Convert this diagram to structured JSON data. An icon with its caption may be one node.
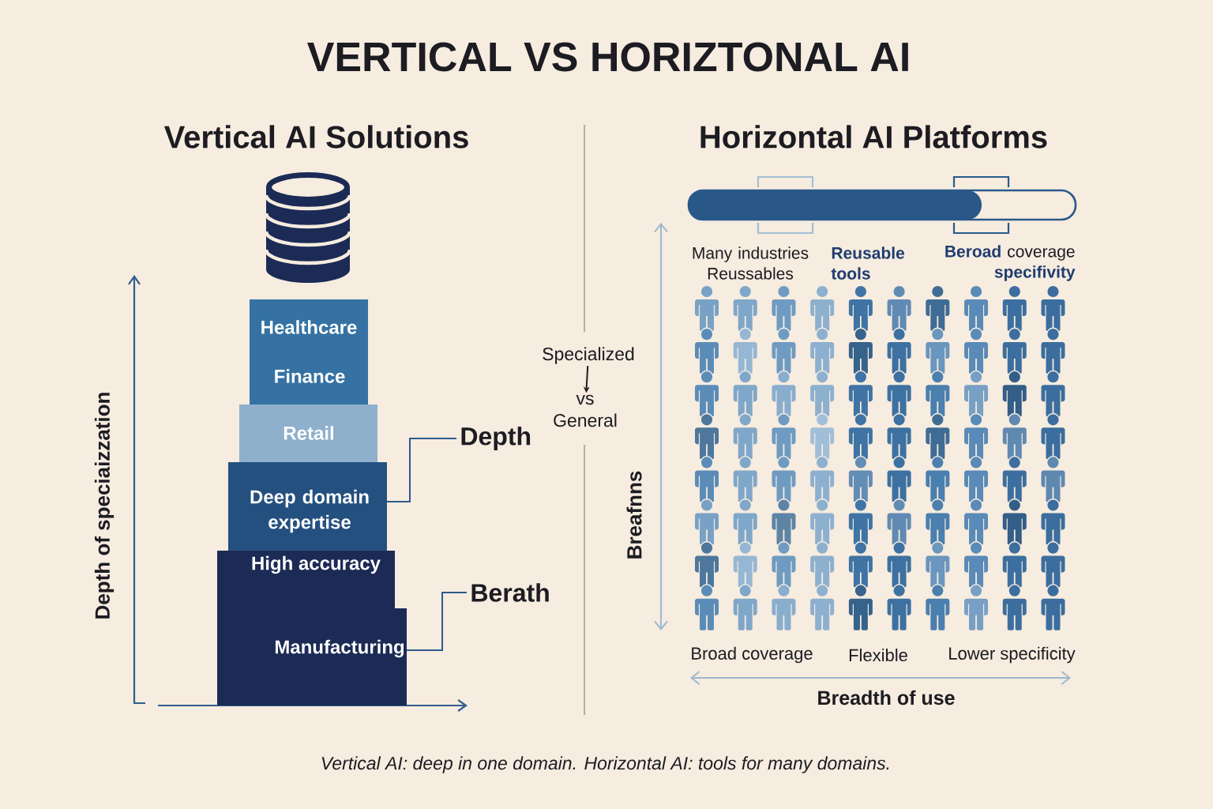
{
  "diagram": {
    "title": "VERTICAL VS HORIZTONAL AI",
    "caption": "Vertical AI: deep in one domain. Horizontal AI: tools for many domains.",
    "nodes": [
      {
        "text": [
          "Healthcare",
          "Finance"
        ]
      },
      {
        "text": [
          "Retail"
        ]
      },
      {
        "text": [
          "Deep domain expertise"
        ]
      },
      {
        "text": [
          "High accuracy",
          "Manufacturing"
        ]
      },
      {
        "text": [
          "Depth"
        ]
      },
      {
        "text": [
          "Berath"
        ]
      },
      {
        "text": [
          "Specialized"
        ]
      },
      {
        "text": [
          "vs General"
        ]
      }
    ],
    "edges": [
      {
        "from": 4,
        "to": 2,
        "arrow": "none"
      },
      {
        "from": 5,
        "to": 3,
        "arrow": "none"
      },
      {
        "from": 6,
        "to": 7,
        "arrow": "to",
        "color": "#1e1e22"
      }
    ],
    "labels": [
      "Vertical AI Solutions",
      "Horizontal AI Platforms",
      "Depth of speciaizzation",
      "Many industries Reussables",
      "Reusable tools",
      "**Beroad** coverage **specifivity**",
      "Breafnns",
      "Broad coverage",
      "Flexible",
      "Lower specificity",
      "Breadth of use"
    ]
  }
}
